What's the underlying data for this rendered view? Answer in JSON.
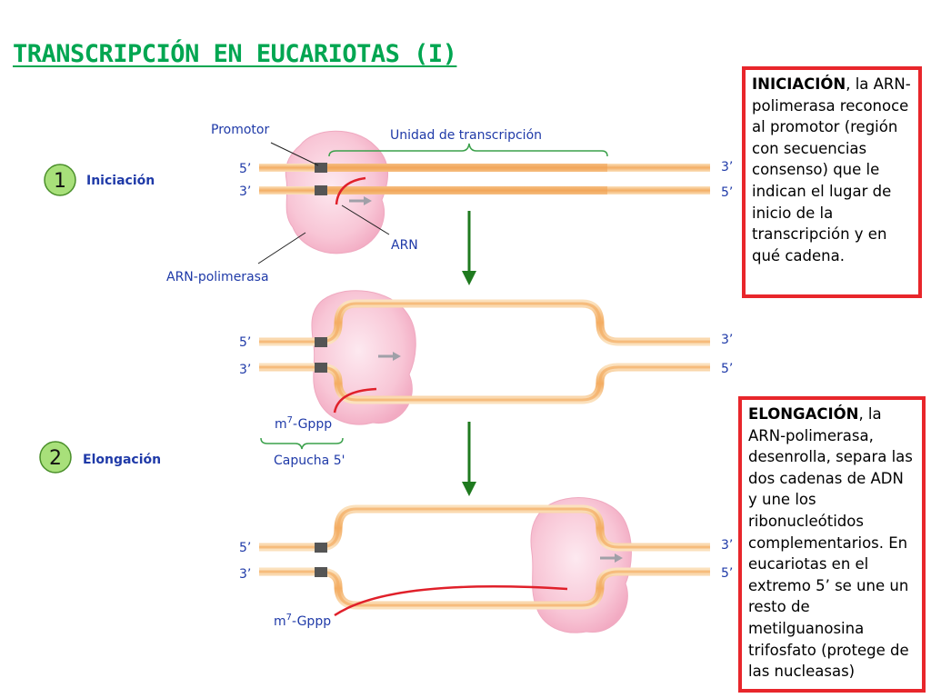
{
  "title": "TRANSCRIPCIÓN EN EUCARIOTAS (I)",
  "steps": [
    {
      "number": "1",
      "label": "Iniciación"
    },
    {
      "number": "2",
      "label": "Elongación"
    }
  ],
  "labels": {
    "promotor": "Promotor",
    "transcription_unit": "Unidad de transcripción",
    "rna": "ARN",
    "rna_polymerase": "ARN-polimerasa",
    "cap_prefix": "m",
    "cap_superscript": "7",
    "cap_suffix": "-Gppp",
    "cap_5": "Capucha 5'",
    "five_prime": "5’",
    "three_prime": "3’"
  },
  "boxes": {
    "initiation": {
      "keyword": "INICIACIÓN",
      "text": ", la ARN-polimerasa reconoce al promotor (región con secuencias consenso) que le indican el lugar de inicio de la transcripción y en qué cadena."
    },
    "elongation": {
      "keyword": "ELONGACIÓN",
      "text": ", la ARN-polimerasa, desenrolla, separa las dos cadenas de ADN y une los ribonucleótidos complementarios. En eucariotas en el extremo 5’ se une un resto de metilguanosina trifosfato (protege de las nucleasas)"
    }
  },
  "colors": {
    "title": "#00a651",
    "labels": "#1f3aa8",
    "box_border": "#e8262b",
    "rna": "#e0202a",
    "polymerase": "#f7c3d3",
    "dna": "#f5b872",
    "arrow": "#1f7a1f"
  }
}
